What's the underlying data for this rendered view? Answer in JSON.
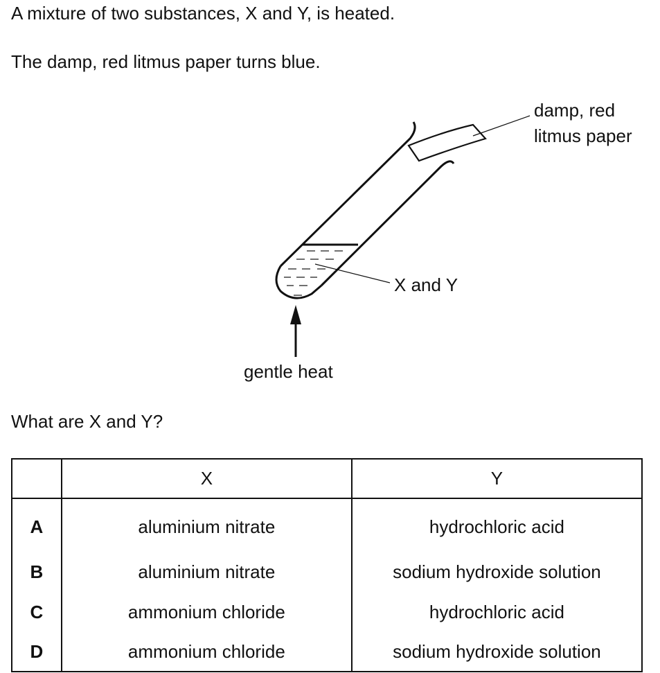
{
  "intro": "A mixture of two substances, X and Y, is heated.",
  "observation": "The damp, red litmus paper turns blue.",
  "diagram": {
    "litmus_label_line1": "damp, red",
    "litmus_label_line2": "litmus paper",
    "mixture_label": "X and Y",
    "heat_label": "gentle heat"
  },
  "question": "What are X and Y?",
  "table": {
    "headers": [
      "",
      "X",
      "Y"
    ],
    "rows": [
      {
        "letter": "A",
        "x": "aluminium nitrate",
        "y": "hydrochloric acid"
      },
      {
        "letter": "B",
        "x": "aluminium nitrate",
        "y": "sodium hydroxide solution"
      },
      {
        "letter": "C",
        "x": "ammonium chloride",
        "y": "hydrochloric acid"
      },
      {
        "letter": "D",
        "x": "ammonium chloride",
        "y": "sodium hydroxide solution"
      }
    ]
  }
}
